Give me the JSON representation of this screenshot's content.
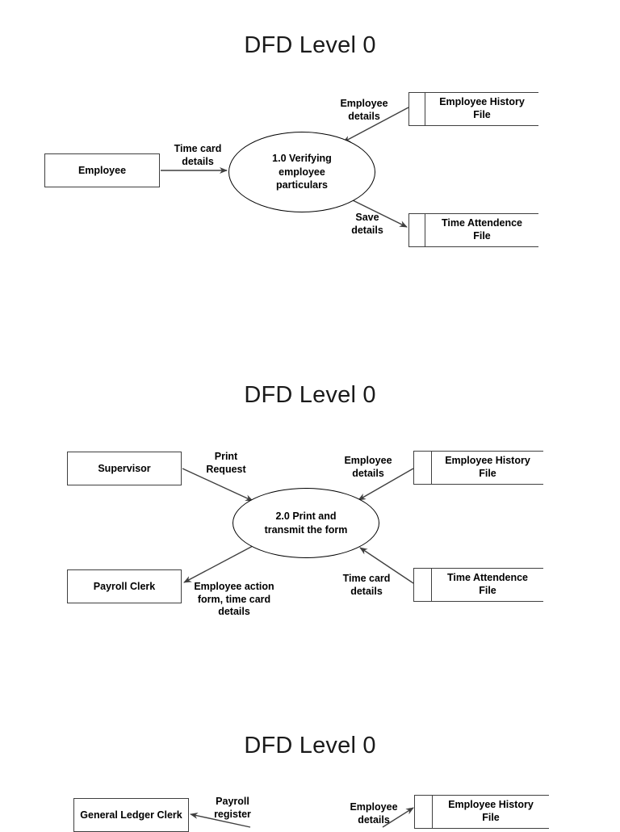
{
  "document": {
    "type": "data-flow-diagram-set",
    "page_background": "#ffffff",
    "line_color": "#3f3f3f",
    "text_color": "#000000"
  },
  "diagrams": [
    {
      "id": "dfd-1",
      "title": "DFD Level 0",
      "process": {
        "id": "process-1",
        "label": "1.0 Verifying\nemployee\nparticulars"
      },
      "entities": [
        {
          "id": "entity-employee",
          "label": "Employee"
        }
      ],
      "stores": [
        {
          "id": "store-employee-history-1",
          "label": "Employee History\nFile"
        },
        {
          "id": "store-time-attendence-1",
          "label": "Time Attendence\nFile"
        }
      ],
      "flows": [
        {
          "id": "flow-time-card-details-1",
          "label": "Time card\ndetails",
          "from": "entity-employee",
          "to": "process-1"
        },
        {
          "id": "flow-employee-details-1",
          "label": "Employee\ndetails",
          "from": "store-employee-history-1",
          "to": "process-1"
        },
        {
          "id": "flow-save-details-1",
          "label": "Save\ndetails",
          "from": "process-1",
          "to": "store-time-attendence-1"
        }
      ]
    },
    {
      "id": "dfd-2",
      "title": "DFD Level 0",
      "process": {
        "id": "process-2",
        "label": "2.0 Print and\ntransmit the form"
      },
      "entities": [
        {
          "id": "entity-supervisor",
          "label": "Supervisor"
        },
        {
          "id": "entity-payroll-clerk",
          "label": "Payroll Clerk"
        }
      ],
      "stores": [
        {
          "id": "store-employee-history-2",
          "label": "Employee History\nFile"
        },
        {
          "id": "store-time-attendence-2",
          "label": "Time Attendence\nFile"
        }
      ],
      "flows": [
        {
          "id": "flow-print-request",
          "label": "Print\nRequest",
          "from": "entity-supervisor",
          "to": "process-2"
        },
        {
          "id": "flow-employee-details-2",
          "label": "Employee\ndetails",
          "from": "store-employee-history-2",
          "to": "process-2"
        },
        {
          "id": "flow-employee-action-form",
          "label": "Employee action\nform, time card\ndetails",
          "from": "process-2",
          "to": "entity-payroll-clerk"
        },
        {
          "id": "flow-time-card-details-2",
          "label": "Time card\ndetails",
          "from": "store-time-attendence-2",
          "to": "process-2"
        }
      ]
    },
    {
      "id": "dfd-3",
      "title": "DFD Level 0",
      "entities": [
        {
          "id": "entity-general-ledger-clerk",
          "label": "General Ledger Clerk"
        }
      ],
      "stores": [
        {
          "id": "store-employee-history-3",
          "label": "Employee History\nFile"
        }
      ],
      "flows": [
        {
          "id": "flow-payroll-register",
          "label": "Payroll\nregister",
          "to": "entity-general-ledger-clerk"
        },
        {
          "id": "flow-employee-details-3",
          "label": "Employee\ndetails",
          "from": "store-employee-history-3"
        }
      ]
    }
  ]
}
